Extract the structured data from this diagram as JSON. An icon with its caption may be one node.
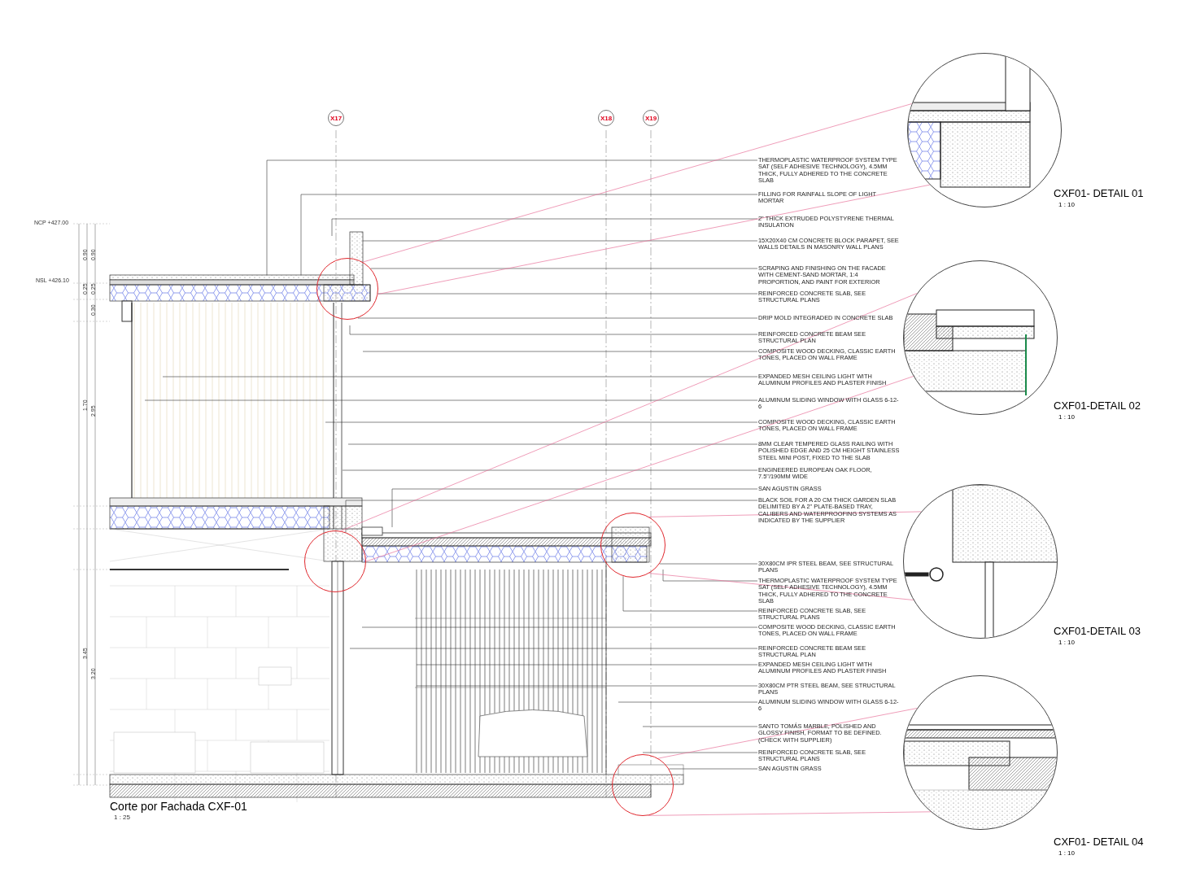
{
  "diagram": {
    "caption": "Corte por Fachada CXF-01",
    "nodes": [
      {
        "text": [
          "THERMOPLASTIC WATERPROOF SYSTEM TYPE SAT (SELF ADHESIVE TECHNOLOGY), 4.5MM THICK, FULLY ADHERED TO THE CONCRETE SLAB"
        ]
      },
      {
        "text": [
          "FILLING FOR RAINFALL SLOPE OF LIGHT MORTAR"
        ]
      },
      {
        "text": [
          "2\" THICK EXTRUDED POLYSTYRENE THERMAL INSULATION"
        ]
      },
      {
        "text": [
          "15X20X40 CM CONCRETE BLOCK PARAPET, SEE WALLS DETAILS IN MASONRY WALL PLANS"
        ]
      },
      {
        "text": [
          "SCRAPING AND FINISHING ON THE FACADE WITH CEMENT-SAND MORTAR, 1:4 PROPORTION, AND PAINT FOR EXTERIOR"
        ]
      },
      {
        "text": [
          "REINFORCED CONCRETE SLAB, SEE STRUCTURAL PLANS"
        ]
      },
      {
        "text": [
          "DRIP MOLD INTEGRADED IN CONCRETE SLAB"
        ]
      },
      {
        "text": [
          "REINFORCED CONCRETE BEAM SEE STRUCTURAL PLAN"
        ]
      },
      {
        "text": [
          "COMPOSITE WOOD DECKING, CLASSIC EARTH TONES, PLACED ON WALL FRAME"
        ]
      },
      {
        "text": [
          "EXPANDED MESH CEILING LIGHT WITH ALUMINUM PROFILES AND PLASTER FINISH"
        ]
      },
      {
        "text": [
          "ALUMINUM SLIDING WINDOW WITH GLASS 6-12-6"
        ]
      },
      {
        "text": [
          "COMPOSITE WOOD DECKING, CLASSIC EARTH TONES, PLACED ON WALL FRAME"
        ]
      },
      {
        "text": [
          "8MM CLEAR TEMPERED GLASS RAILING WITH POLISHED EDGE AND 25 CM HEIGHT STAINLESS STEEL MINI POST, FIXED TO THE SLAB"
        ]
      },
      {
        "text": [
          "ENGINEERED EUROPEAN OAK FLOOR, 7.5\"/190MM WIDE"
        ]
      },
      {
        "text": [
          "SAN AGUSTIN GRASS"
        ]
      },
      {
        "text": [
          "BLACK SOIL FOR A 20 CM THICK GARDEN SLAB DELIMITED BY A 2\" PLATE-BASED TRAY, CALIBERS AND WATERPROOFING SYSTEMS AS INDICATED BY THE SUPPLIER"
        ]
      },
      {
        "text": [
          "30X80CM IPR STEEL BEAM, SEE STRUCTURAL PLANS"
        ]
      },
      {
        "text": [
          "THERMOPLASTIC WATERPROOF SYSTEM TYPE SAT (SELF ADHESIVE TECHNOLOGY), 4.5MM THICK, FULLY ADHERED TO THE CONCRETE SLAB"
        ]
      },
      {
        "text": [
          "REINFORCED CONCRETE SLAB, SEE STRUCTURAL PLANS"
        ]
      },
      {
        "text": [
          "COMPOSITE WOOD DECKING, CLASSIC EARTH TONES, PLACED ON WALL FRAME"
        ]
      },
      {
        "text": [
          "REINFORCED CONCRETE BEAM SEE STRUCTURAL PLAN"
        ]
      },
      {
        "text": [
          "EXPANDED MESH CEILING LIGHT WITH ALUMINUM PROFILES AND PLASTER FINISH"
        ]
      },
      {
        "text": [
          "30X80CM PTR STEEL BEAM, SEE STRUCTURAL PLANS"
        ]
      },
      {
        "text": [
          "ALUMINUM SLIDING WINDOW WITH GLASS 6-12-6"
        ]
      },
      {
        "text": [
          "SANTO TOMÁS MARBLE, POLISHED AND GLOSSY FINISH, FORMAT TO BE DEFINED. (CHECK WITH SUPPLIER)"
        ]
      },
      {
        "text": [
          "REINFORCED CONCRETE SLAB, SEE STRUCTURAL PLANS"
        ]
      },
      {
        "text": [
          "SAN AGUSTIN GRASS"
        ]
      },
      {
        "text": [
          "X17"
        ]
      },
      {
        "text": [
          "X18"
        ]
      },
      {
        "text": [
          "X19"
        ]
      },
      {
        "text": [],
        "shape": "circle"
      },
      {
        "text": [],
        "shape": "circle"
      },
      {
        "text": [],
        "shape": "circle"
      },
      {
        "text": [],
        "shape": "circle"
      },
      {
        "text": [],
        "shape": "circle",
        "beside": [
          "CXF01- DETAIL 01",
          "1 : 10"
        ]
      },
      {
        "text": [],
        "shape": "circle",
        "beside": [
          "CXF01-DETAIL 02",
          "1 : 10"
        ]
      },
      {
        "text": [],
        "shape": "circle",
        "beside": [
          "CXF01-DETAIL 03",
          "1 : 10"
        ]
      },
      {
        "text": [],
        "shape": "circle",
        "beside": [
          "CXF01- DETAIL 04",
          "1 : 10"
        ]
      }
    ],
    "edges": [
      {
        "from": 0,
        "to": null,
        "arrow": "none"
      },
      {
        "from": 1,
        "to": null,
        "arrow": "none"
      },
      {
        "from": 2,
        "to": null,
        "arrow": "none"
      },
      {
        "from": 3,
        "to": null,
        "arrow": "none"
      },
      {
        "from": 4,
        "to": 30,
        "arrow": "none"
      },
      {
        "from": 5,
        "to": 30,
        "arrow": "none"
      },
      {
        "from": 6,
        "to": 30,
        "arrow": "none"
      },
      {
        "from": 7,
        "to": 30,
        "arrow": "none"
      },
      {
        "from": 8,
        "to": null,
        "arrow": "none"
      },
      {
        "from": 9,
        "to": null,
        "arrow": "none"
      },
      {
        "from": 10,
        "to": null,
        "arrow": "none"
      },
      {
        "from": 11,
        "to": null,
        "arrow": "none"
      },
      {
        "from": 12,
        "to": null,
        "arrow": "none"
      },
      {
        "from": 13,
        "to": null,
        "arrow": "none"
      },
      {
        "from": 14,
        "to": null,
        "arrow": "none"
      },
      {
        "from": 15,
        "to": 31,
        "arrow": "none"
      },
      {
        "from": 16,
        "to": 32,
        "arrow": "none"
      },
      {
        "from": 17,
        "to": 32,
        "arrow": "none"
      },
      {
        "from": 18,
        "to": 32,
        "arrow": "none"
      },
      {
        "from": 19,
        "to": null,
        "arrow": "none"
      },
      {
        "from": 20,
        "to": null,
        "arrow": "none"
      },
      {
        "from": 21,
        "to": null,
        "arrow": "none"
      },
      {
        "from": 22,
        "to": null,
        "arrow": "none"
      },
      {
        "from": 23,
        "to": null,
        "arrow": "none"
      },
      {
        "from": 24,
        "to": 33,
        "arrow": "none"
      },
      {
        "from": 25,
        "to": 33,
        "arrow": "none"
      },
      {
        "from": 26,
        "to": 33,
        "arrow": "none"
      },
      {
        "from": 30,
        "to": 34,
        "arrow": "none",
        "color": "#e8739b"
      },
      {
        "from": 30,
        "to": 34,
        "arrow": "none",
        "color": "#e8739b"
      },
      {
        "from": 31,
        "to": 35,
        "arrow": "none",
        "color": "#e8739b"
      },
      {
        "from": 31,
        "to": 35,
        "arrow": "none",
        "color": "#e8739b"
      },
      {
        "from": 32,
        "to": 36,
        "arrow": "none",
        "color": "#e8739b"
      },
      {
        "from": 32,
        "to": 36,
        "arrow": "none",
        "color": "#e8739b"
      },
      {
        "from": 33,
        "to": 37,
        "arrow": "none",
        "color": "#e8739b"
      },
      {
        "from": 33,
        "to": 37,
        "arrow": "none",
        "color": "#e8739b"
      }
    ],
    "labels": [
      "1 : 25",
      "NCP +427.00",
      "NSL +426.10",
      "0.90",
      "0.90",
      "0.25",
      "0.25",
      "0.30",
      "1.70",
      "2.95",
      "3.45",
      "3.20"
    ]
  }
}
